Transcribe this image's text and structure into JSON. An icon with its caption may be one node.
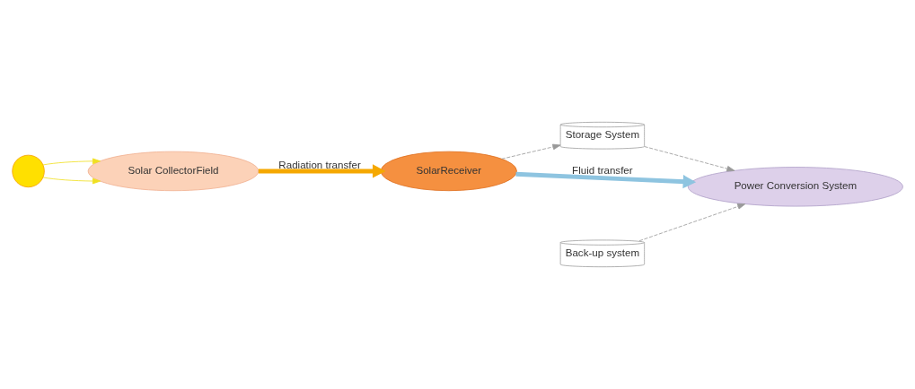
{
  "diagram": {
    "nodes": [
      {
        "text": [],
        "shape": "circle"
      },
      {
        "text": [
          "Solar CollectorField"
        ]
      },
      {
        "text": [
          "SolarReceiver"
        ]
      },
      {
        "text": [
          "Storage System"
        ]
      },
      {
        "text": [
          "Power Conversion System"
        ]
      },
      {
        "text": [
          "Back-up system"
        ]
      }
    ],
    "edges": [
      {
        "from": 0,
        "to": 1,
        "arrow": "to",
        "color": "#f0e020"
      },
      {
        "from": 0,
        "to": 1,
        "arrow": "to",
        "color": "#f0e020"
      },
      {
        "from": 1,
        "to": 2,
        "arrow": "to",
        "label": "Radiation transfer",
        "style": "thick",
        "color": "#f5a800"
      },
      {
        "from": 2,
        "to": 4,
        "arrow": "to",
        "label": "Fluid transfer",
        "style": "thick",
        "color": "#8ec4e0"
      },
      {
        "from": 2,
        "to": 3,
        "arrow": "to",
        "style": "dashed"
      },
      {
        "from": 3,
        "to": 4,
        "arrow": "to",
        "style": "dashed"
      },
      {
        "from": 5,
        "to": 4,
        "arrow": "to",
        "style": "dashed"
      }
    ]
  }
}
